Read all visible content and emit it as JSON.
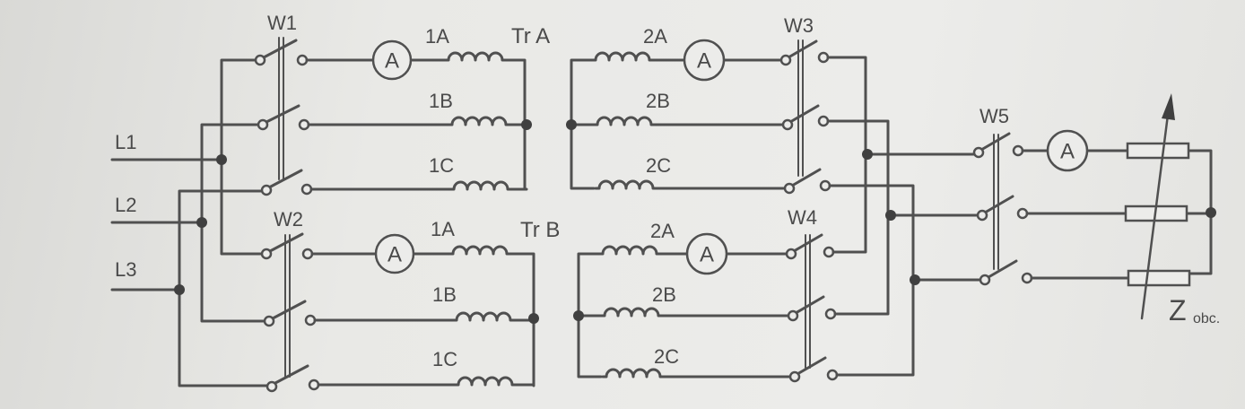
{
  "lines": {
    "l1": "L1",
    "l2": "L2",
    "l3": "L3"
  },
  "switches": {
    "w1": "W1",
    "w2": "W2",
    "w3": "W3",
    "w4": "W4",
    "w5": "W5"
  },
  "transformers": {
    "tr_a": {
      "label": "Tr A",
      "primary": [
        "1A",
        "1B",
        "1C"
      ],
      "secondary": [
        "2A",
        "2B",
        "2C"
      ]
    },
    "tr_b": {
      "label": "Tr B",
      "primary": [
        "1A",
        "1B",
        "1C"
      ],
      "secondary": [
        "2A",
        "2B",
        "2C"
      ]
    }
  },
  "meter_label": "A",
  "load": {
    "symbol": "Z",
    "subscript": "obc."
  }
}
